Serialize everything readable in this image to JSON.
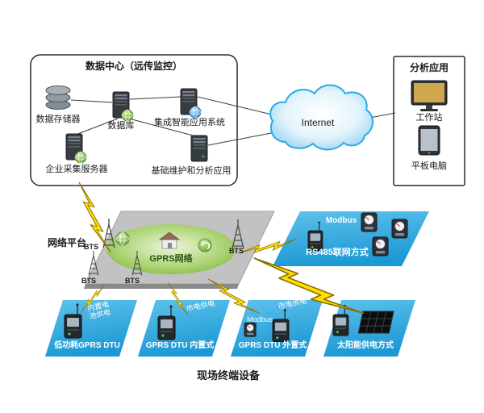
{
  "data_center": {
    "title": "数据中心（远传监控）",
    "nodes": {
      "storage": "数据存储器",
      "database": "数据库",
      "integrated_app": "集成智能应用系统",
      "collection_server": "企业采集服务器",
      "maintenance_app": "基础维护和分析应用"
    }
  },
  "internet": {
    "label": "Internet"
  },
  "analysis": {
    "title": "分析应用",
    "workstation": "工作站",
    "tablet": "平板电脑"
  },
  "network_platform": {
    "label": "网络平台",
    "gprs": "GPRS网络",
    "bts": [
      "BTS",
      "BTS",
      "BTS",
      "BTS"
    ]
  },
  "rs485": {
    "modbus": "Modbus",
    "label": "RS485联网方式"
  },
  "terminals": [
    {
      "label": "低功耗GPRS DTU",
      "power": "内置电池供电"
    },
    {
      "label": "GPRS DTU 内置式",
      "power": "市电供电"
    },
    {
      "label": "GPRS DTU 外置式",
      "power": "市电供电",
      "modbus": "Modbus"
    },
    {
      "label": "太阳能供电方式"
    }
  ],
  "footer": "现场终端设备",
  "colors": {
    "panel_blue": "#2aa7de",
    "platform_gray": "#bdbdbd",
    "lightning_yellow": "#ffdf00",
    "gprs_green": "#8dc63f",
    "cloud_blue": "#9ed6f2"
  }
}
